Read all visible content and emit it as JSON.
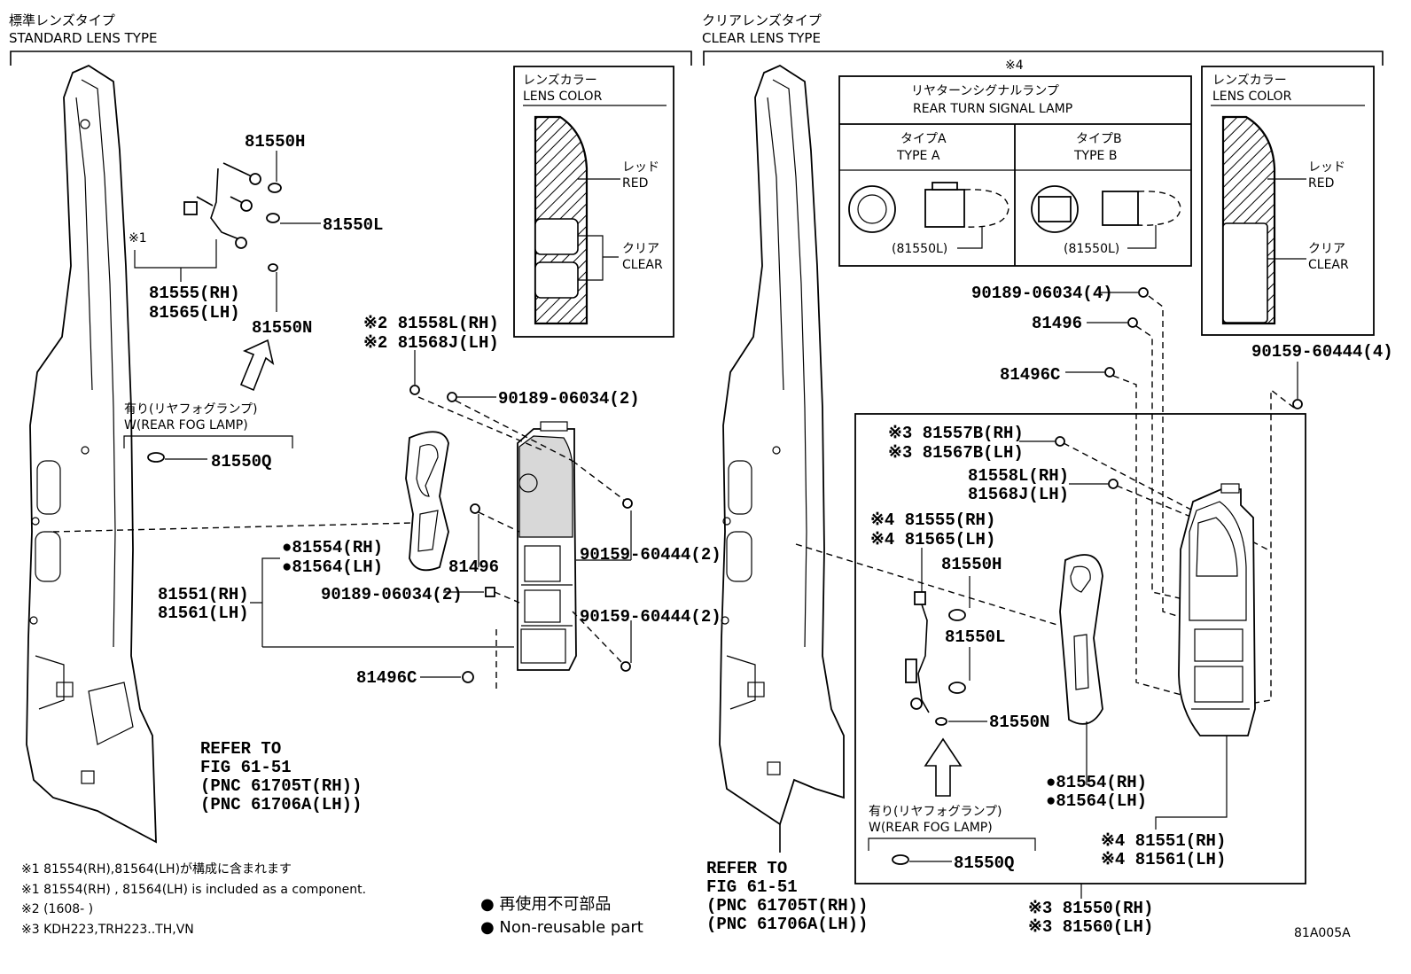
{
  "sections": {
    "standard": {
      "title_jp": "標準レンズタイプ",
      "title_en": "STANDARD LENS TYPE"
    },
    "clear": {
      "title_jp": "クリアレンズタイプ",
      "title_en": "CLEAR LENS TYPE"
    }
  },
  "lens_color_left": {
    "title_jp": "レンズカラー",
    "title_en": "LENS COLOR",
    "red_jp": "レッド",
    "red_en": "RED",
    "clear_jp": "クリア",
    "clear_en": "CLEAR"
  },
  "lens_color_right": {
    "title_jp": "レンズカラー",
    "title_en": "LENS COLOR",
    "red_jp": "レッド",
    "red_en": "RED",
    "clear_jp": "クリア",
    "clear_en": "CLEAR"
  },
  "turn_signal": {
    "mark": "※4",
    "title_jp": "リヤターンシグナルランプ",
    "title_en": "REAR TURN SIGNAL LAMP",
    "type_a_jp": "タイプA",
    "type_a_en": "TYPE A",
    "type_b_jp": "タイプB",
    "type_b_en": "TYPE B",
    "bulb_a": "(81550L)",
    "bulb_b": "(81550L)"
  },
  "fog_left": {
    "jp": "有り(リヤフォグランプ)",
    "en": "W(REAR FOG LAMP)",
    "part": "81550Q"
  },
  "fog_right": {
    "jp": "有り(リヤフォグランプ)",
    "en": "W(REAR FOG LAMP)",
    "part": "81550Q"
  },
  "left_parts": {
    "p81550H": "81550H",
    "p81550L": "81550L",
    "p81550N": "81550N",
    "mark1": "※1",
    "p81555": "81555(RH)",
    "p81565": "81565(LH)",
    "p81558L": "※2 81558L(RH)",
    "p81568J": "※2 81568J(LH)",
    "p9018906034a": "90189-06034(2)",
    "p81554": "●81554(RH)",
    "p81564": "●81564(LH)",
    "p81496": "81496",
    "p9015960444a": "90159-60444(2)",
    "p81551": "81551(RH)",
    "p81561": "81561(LH)",
    "p9018906034b": "90189-06034(2)",
    "p9015960444b": "90159-60444(2)",
    "p81496C": "81496C"
  },
  "right_parts": {
    "p9018906034": "90189-06034(4)",
    "p81496": "81496",
    "p81496C": "81496C",
    "p9015960444": "90159-60444(4)",
    "p81557B": "※3 81557B(RH)",
    "p81567B": "※3 81567B(LH)",
    "p81558L": "81558L(RH)",
    "p81568J": "81568J(LH)",
    "p81555": "※4 81555(RH)",
    "p81565": "※4 81565(LH)",
    "p81550H": "81550H",
    "p81550L": "81550L",
    "p81550N": "81550N",
    "p81554": "●81554(RH)",
    "p81564": "●81564(LH)",
    "p81551": "※4 81551(RH)",
    "p81561": "※4 81561(LH)",
    "p81550": "※3 81550(RH)",
    "p81560": "※3 81560(LH)"
  },
  "refer_left": [
    "REFER TO",
    "FIG 61-51",
    "(PNC 61705T(RH))",
    "(PNC 61706A(LH))"
  ],
  "refer_right": [
    "REFER TO",
    "FIG 61-51",
    "(PNC 61705T(RH))",
    "(PNC 61706A(LH))"
  ],
  "notes": [
    "※1 81554(RH),81564(LH)が構成に含まれます",
    "※1 81554(RH) , 81564(LH) is included as a component.",
    "※2 (1608-        )",
    "※3 KDH223,TRH223..TH,VN"
  ],
  "legend": {
    "jp": "● 再使用不可部品",
    "en": "● Non-reusable part"
  },
  "figure_id": "81A005A"
}
